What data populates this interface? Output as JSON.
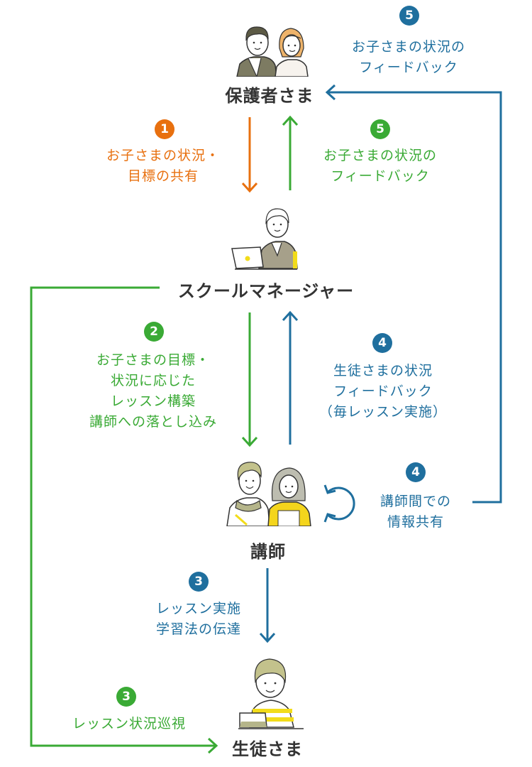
{
  "colors": {
    "orange": "#e8700f",
    "green": "#3aaa35",
    "blue": "#1f6f9e",
    "text_dark": "#333333"
  },
  "nodes": {
    "parents": {
      "label": "保護者さま",
      "icon": "parents-illustration"
    },
    "manager": {
      "label": "スクールマネージャー",
      "icon": "manager-laptop-illustration"
    },
    "teachers": {
      "label": "講師",
      "icon": "teachers-illustration"
    },
    "student": {
      "label": "生徒さま",
      "icon": "student-tablet-illustration"
    }
  },
  "steps": [
    {
      "id": "step-1-parents-to-manager",
      "number": "1",
      "color": "orange",
      "lines": [
        "お子さまの状況・",
        "目標の共有"
      ]
    },
    {
      "id": "step-5-manager-to-parents",
      "number": "5",
      "color": "green",
      "lines": [
        "お子さまの状況の",
        "フィードバック"
      ]
    },
    {
      "id": "step-5-teachers-to-parents",
      "number": "5",
      "color": "blue",
      "lines": [
        "お子さまの状況の",
        "フィードバック"
      ]
    },
    {
      "id": "step-2-manager-to-teachers",
      "number": "2",
      "color": "green",
      "lines": [
        "お子さまの目標・",
        "状況に応じた",
        "レッスン構築",
        "講師への落とし込み"
      ]
    },
    {
      "id": "step-4-teachers-to-manager",
      "number": "4",
      "color": "blue",
      "lines": [
        "生徒さまの状況",
        "フィードバック",
        "（毎レッスン実施）"
      ]
    },
    {
      "id": "step-4-teacher-sharing",
      "number": "4",
      "color": "blue",
      "lines": [
        "講師間での",
        "情報共有"
      ]
    },
    {
      "id": "step-3-teachers-to-student",
      "number": "3",
      "color": "blue",
      "lines": [
        "レッスン実施",
        "学習法の伝達"
      ]
    },
    {
      "id": "step-3-manager-to-student",
      "number": "3",
      "color": "green",
      "lines": [
        "レッスン状況巡視"
      ]
    }
  ]
}
